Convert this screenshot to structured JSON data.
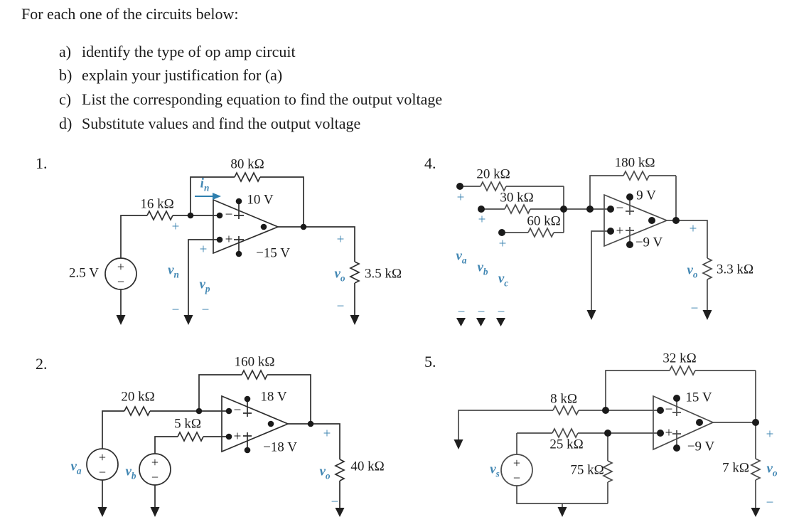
{
  "instructions": {
    "intro": "For each one of the circuits below:",
    "items": [
      {
        "letter": "a)",
        "text": "identify the type of op amp circuit"
      },
      {
        "letter": "b)",
        "text": "explain your justification for (a)"
      },
      {
        "letter": "c)",
        "text": "List the corresponding equation to find the output voltage"
      },
      {
        "letter": "d)",
        "text": "Substitute values and find the output voltage"
      }
    ]
  },
  "symbols": {
    "plus": "+",
    "minus": "−"
  },
  "colors": {
    "annotation_blue": "#4287b3",
    "wire_black": "#2e2e2e",
    "wire_gray": "#4a4a4a",
    "current_arrow_teal": "#2e7fae"
  },
  "circuit1": {
    "number": "1.",
    "source_voltage": "2.5 V",
    "input_resistor": "16 kΩ",
    "feedback_resistor": "80 kΩ",
    "load_resistor": "3.5 kΩ",
    "supply_positive": "10 V",
    "supply_negative": "−15 V",
    "current_label": {
      "base": "i",
      "sub": "n"
    },
    "vn_label": {
      "base": "v",
      "sub": "n"
    },
    "vp_label": {
      "base": "v",
      "sub": "p"
    },
    "vo_label": {
      "base": "v",
      "sub": "o"
    }
  },
  "circuit2": {
    "number": "2.",
    "resistor_va": "20 kΩ",
    "resistor_vb": "5 kΩ",
    "feedback_resistor": "160 kΩ",
    "load_resistor": "40 kΩ",
    "supply_positive": "18 V",
    "supply_negative": "−18 V",
    "va_label": {
      "base": "v",
      "sub": "a"
    },
    "vb_label": {
      "base": "v",
      "sub": "b"
    },
    "vo_label": {
      "base": "v",
      "sub": "o"
    }
  },
  "circuit4": {
    "number": "4.",
    "resistor_va": "20 kΩ",
    "resistor_vb": "30 kΩ",
    "resistor_vc": "60 kΩ",
    "feedback_resistor": "180 kΩ",
    "load_resistor": "3.3 kΩ",
    "supply_positive": "9 V",
    "supply_negative": "−9 V",
    "va_label": {
      "base": "v",
      "sub": "a"
    },
    "vb_label": {
      "base": "v",
      "sub": "b"
    },
    "vc_label": {
      "base": "v",
      "sub": "c"
    },
    "vo_label": {
      "base": "v",
      "sub": "o"
    }
  },
  "circuit5": {
    "number": "5.",
    "ground_resistor": "8 kΩ",
    "input_resistor": "25 kΩ",
    "shunt_resistor": "75 kΩ",
    "feedback_resistor": "32 kΩ",
    "load_resistor": "7 kΩ",
    "supply_positive": "15 V",
    "supply_negative": "−9 V",
    "vs_label": {
      "base": "v",
      "sub": "s"
    },
    "vo_label": {
      "base": "v",
      "sub": "o"
    }
  }
}
